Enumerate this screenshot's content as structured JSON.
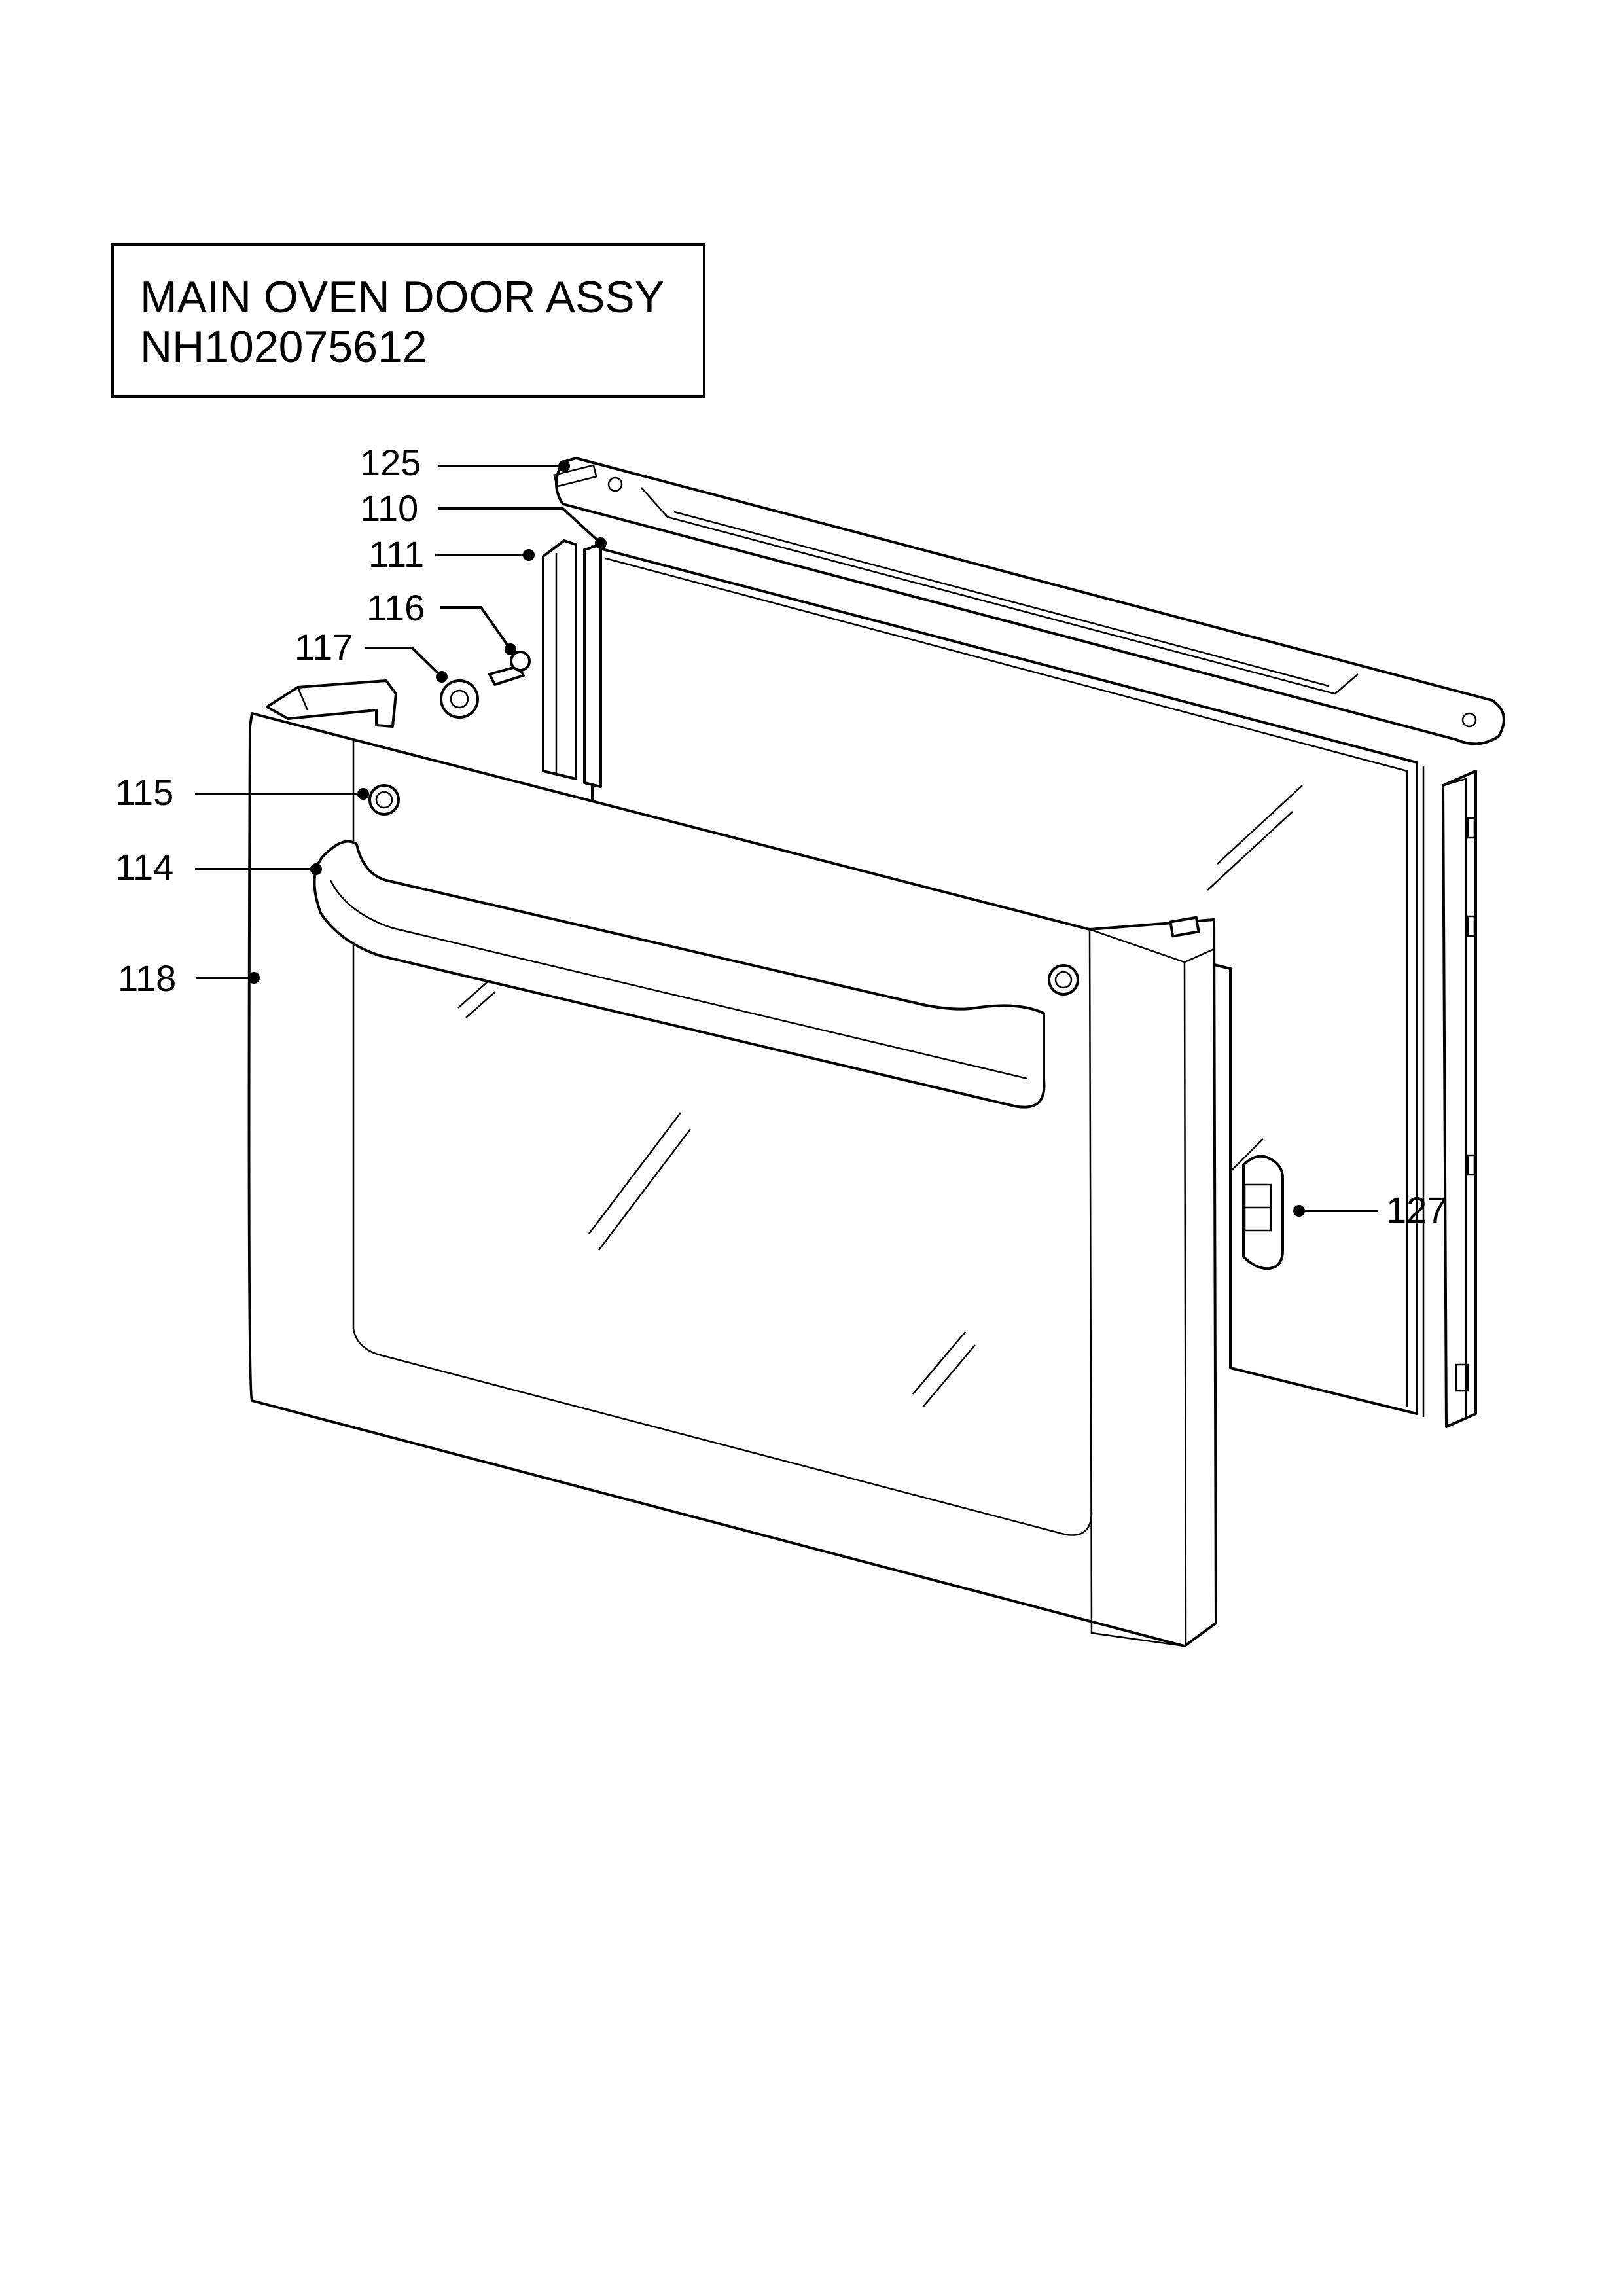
{
  "title": {
    "line1": "MAIN OVEN DOOR ASSY",
    "line2": "NH102075612"
  },
  "callouts": [
    "125",
    "110",
    "111",
    "116",
    "117",
    "115",
    "114",
    "118",
    "127"
  ]
}
